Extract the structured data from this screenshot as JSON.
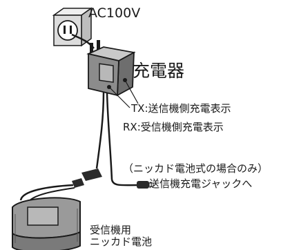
{
  "labels": {
    "ac": "AC100V",
    "charger": "充電器",
    "tx": "TX:送信機側充電表示",
    "rx": "RX:受信機側充電表示",
    "note": "（ニッカド電池式の場合のみ）",
    "jack": "送信機充電ジャックへ",
    "battery_line1": "受信機用",
    "battery_line2": "ニッカド電池"
  },
  "colors": {
    "ink": "#1a1a1a",
    "charger_body": "#8c8c8c",
    "battery_body": "#9a9a9a",
    "outlet_plate": "#dcdcdc"
  }
}
